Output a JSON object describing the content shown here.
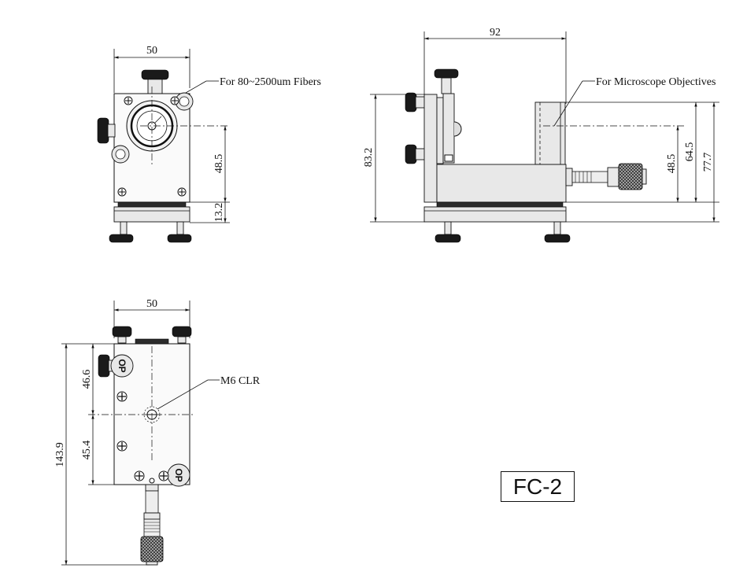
{
  "model": "FC-2",
  "front_view": {
    "width_dim": "50",
    "height_dim": "48.5",
    "base_dim": "13.2",
    "callout": "For 80~2500um Fibers"
  },
  "side_view": {
    "length_dim": "92",
    "height_dim": "83.2",
    "dim_a": "48.5",
    "dim_b": "64.5",
    "dim_c": "77.7",
    "callout": "For Microscope Objectives"
  },
  "top_view": {
    "width_dim": "50",
    "dim_upper": "46.6",
    "dim_lower": "45.4",
    "total_dim": "143.9",
    "callout": "M6 CLR",
    "knob_label": "OP"
  }
}
